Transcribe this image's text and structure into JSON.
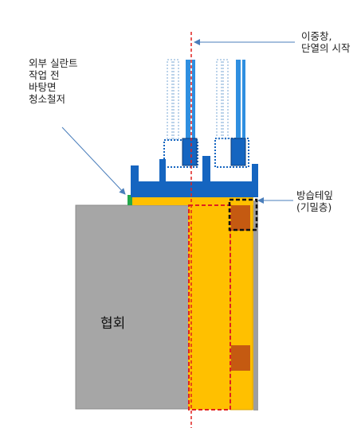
{
  "labels": {
    "sealant_note": {
      "lines": [
        "외부 실란트",
        "작업 전",
        "바탕면",
        "청소철저"
      ]
    },
    "double_window": {
      "lines": [
        "이중창,",
        "단열의 시작"
      ]
    },
    "moisture_tape": {
      "lines": [
        "방습테잎",
        "(기밀층)"
      ]
    },
    "wall": "협회"
  },
  "colors": {
    "frame_blue": "#1565c0",
    "glass_blue": "#2f8fe0",
    "insulation_yellow": "#ffc000",
    "wall_gray": "#a6a6a6",
    "tape_brown": "#c55a11",
    "sealant_green": "#22a84a",
    "guide_red": "#e0201f",
    "leader_blue": "#4a7ebb"
  }
}
